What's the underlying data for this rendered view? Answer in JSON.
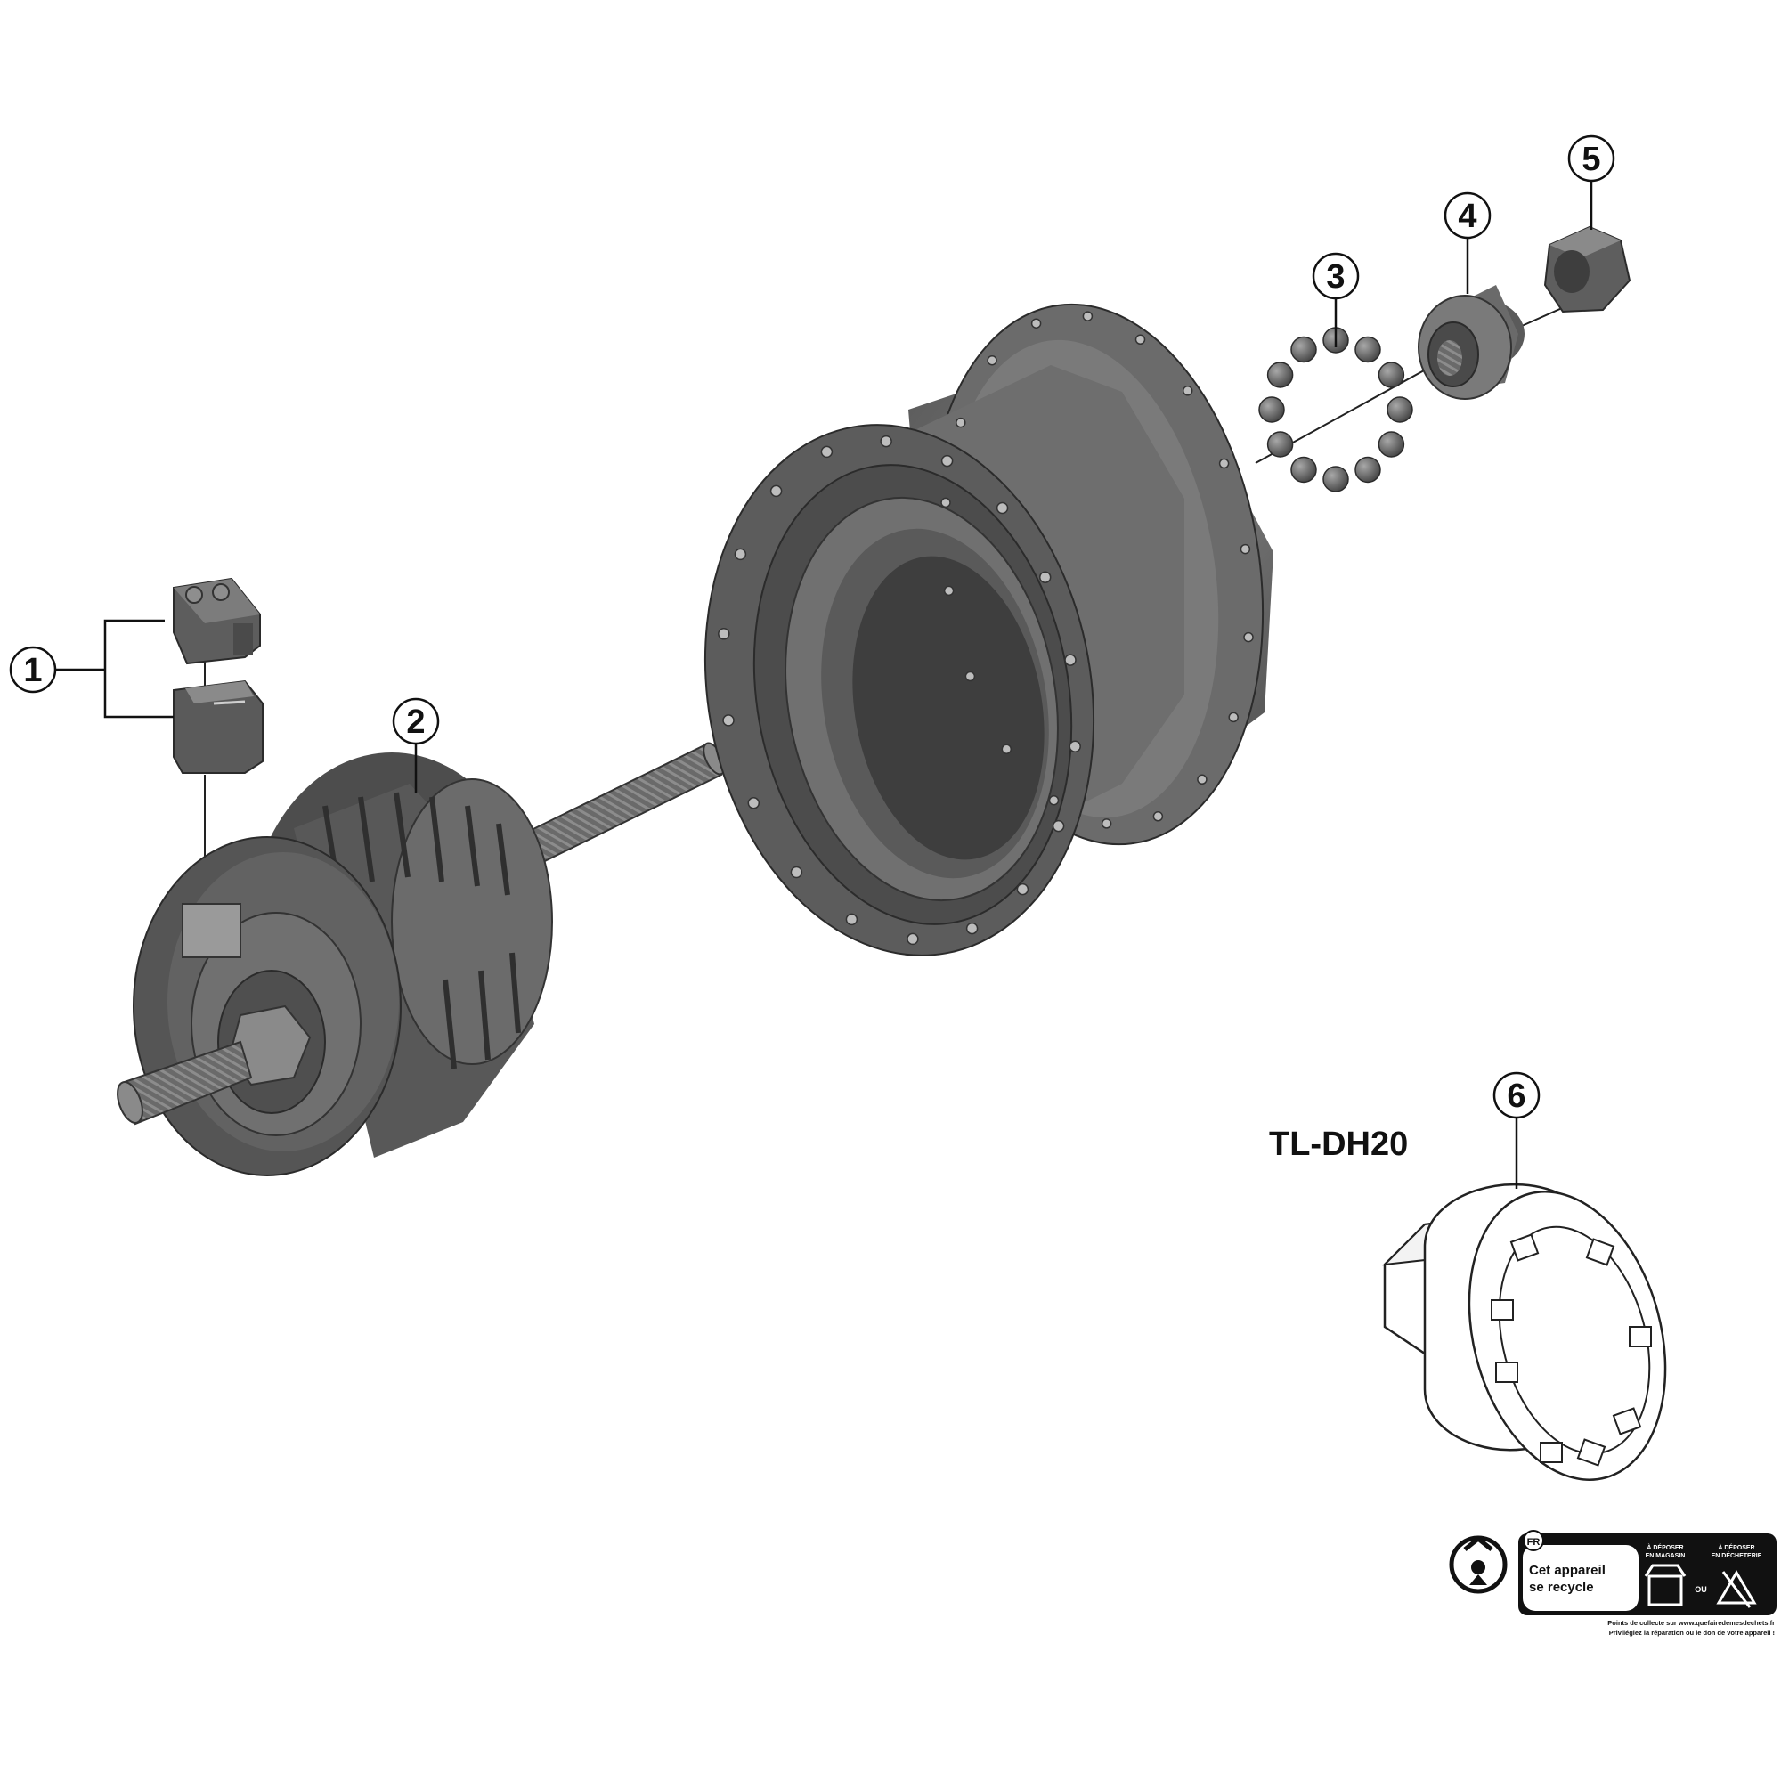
{
  "diagram": {
    "callouts": [
      {
        "number": "1",
        "part": "connector cover"
      },
      {
        "number": "2",
        "part": "hub internal assembly"
      },
      {
        "number": "3",
        "part": "ball bearing retainer"
      },
      {
        "number": "4",
        "part": "cone"
      },
      {
        "number": "5",
        "part": "lock nut"
      },
      {
        "number": "6",
        "part": "hub tool"
      }
    ],
    "tool_label": "TL-DH20",
    "recycling_badge": {
      "lang": "FR",
      "main_text_line1": "Cet appareil",
      "main_text_line2": "se recycle",
      "option1_line1": "À DÉPOSER",
      "option1_line2": "EN MAGASIN",
      "option2_line1": "À DÉPOSER",
      "option2_line2": "EN DÉCHETERIE",
      "or_text": "OU",
      "footer_line1": "Points de collecte sur www.quefairedemesdechets.fr",
      "footer_line2": "Privilégiez la réparation ou le don de votre appareil !"
    },
    "colors": {
      "part_fill": "#5f5f5f",
      "part_dark": "#3e3e3e",
      "part_light": "#8a8a8a",
      "line": "#111111"
    }
  }
}
